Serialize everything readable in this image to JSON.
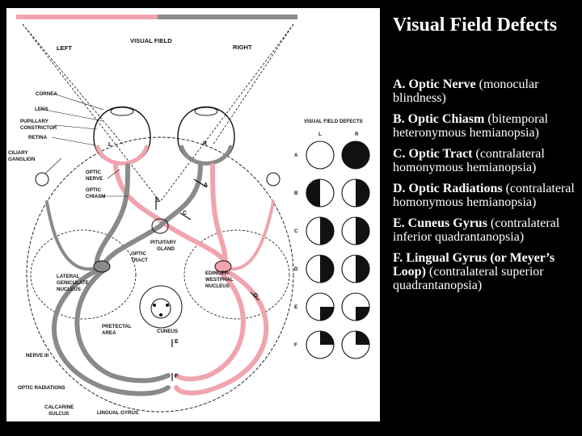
{
  "title": "Visual Field Defects",
  "diagram": {
    "top_left": "LEFT",
    "top_center": "VISUAL FIELD",
    "top_right": "RIGHT",
    "colors": {
      "left_field": "#f0a4ae",
      "right_field": "#8a8a8a",
      "ink": "#111111"
    },
    "labels": {
      "cornea": "CORNEA",
      "lens": "LENS",
      "pupillary_constrictor_1": "PUPILLARY",
      "pupillary_constrictor_2": "CONSTRICTOR",
      "retina": "RETINA",
      "ciliary_ganglion_1": "CILIARY",
      "ciliary_ganglion_2": "GANGLION",
      "optic_nerve_1": "OPTIC",
      "optic_nerve_2": "NERVE",
      "optic_chiasm_1": "OPTIC",
      "optic_chiasm_2": "CHIASM",
      "optic_tract_1": "OPTIC",
      "optic_tract_2": "TRACT",
      "pituitary_gland_1": "PITUITARY",
      "pituitary_gland_2": "GLAND",
      "lateral_geniculate_1": "LATERAL",
      "lateral_geniculate_2": "GENICULATE",
      "lateral_geniculate_3": "NUCLEUS",
      "edinger_1": "EDINGER-",
      "edinger_2": "WESTPHAL",
      "edinger_3": "NUCLEUS",
      "pretectal_1": "PRETECTAL",
      "pretectal_2": "AREA",
      "cuneus": "CUNEUS",
      "nerve_iii": "NERVE III",
      "optic_radiations": "OPTIC RADIATIONS",
      "calcarine_1": "CALCARINE",
      "calcarine_2": "SULCUS",
      "lingual_gyrus": "LINGUAL GYRUS",
      "eye_left": "L",
      "eye_right": "R",
      "mark_a": "A",
      "mark_b": "B",
      "mark_c": "C",
      "mark_d": "D",
      "mark_e": "E",
      "mark_f": "F"
    },
    "defects_header": "VISUAL FIELD DEFECTS",
    "defects_col_l": "L",
    "defects_col_r": "R",
    "defect_rows": [
      {
        "letter": "A",
        "left": "clear",
        "right": "full"
      },
      {
        "letter": "B",
        "left": "left-half",
        "right": "right-half"
      },
      {
        "letter": "C",
        "left": "right-half",
        "right": "right-half"
      },
      {
        "letter": "D",
        "left": "right-half",
        "right": "right-half"
      },
      {
        "letter": "E",
        "left": "lower-right-quadrant",
        "right": "lower-right-quadrant"
      },
      {
        "letter": "F",
        "left": "upper-right-quadrant",
        "right": "upper-right-quadrant"
      }
    ]
  },
  "items": [
    {
      "head": "A. Optic Nerve",
      "body": " (monocular blindness)"
    },
    {
      "head": "B. Optic Chiasm",
      "body": " (bitemporal heteronymous hemianopsia)"
    },
    {
      "head": "C. Optic Tract",
      "body": " (contralateral homonymous hemianopsia)"
    },
    {
      "head": "D. Optic Radiations",
      "body": " (contralateral homonymous hemianopsia)"
    },
    {
      "head": "E. Cuneus Gyrus",
      "body": " (contralateral inferior quadrantanopsia)"
    },
    {
      "head": "F. Lingual Gyrus  (or Meyer’s Loop)",
      "body": " (contralateral superior quadrantanopsia)"
    }
  ]
}
